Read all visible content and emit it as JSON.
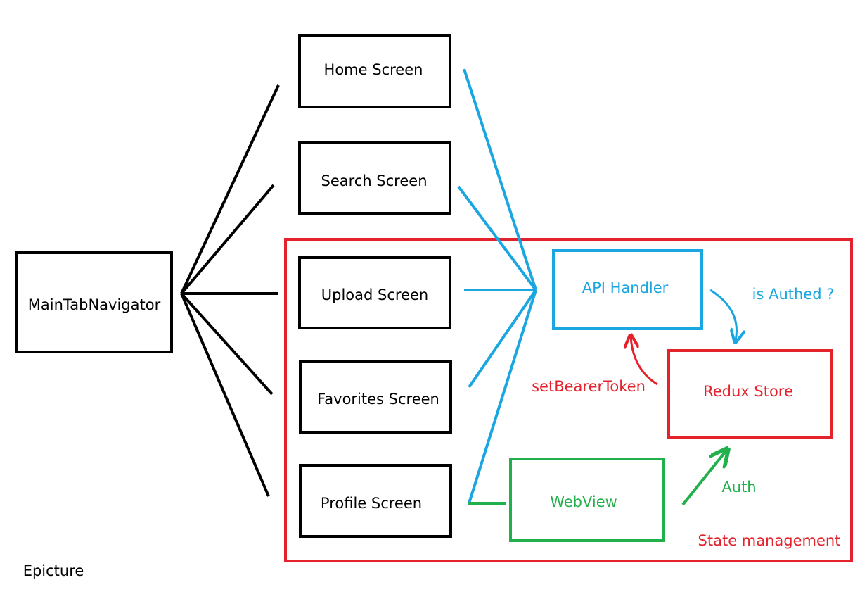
{
  "colors": {
    "black": "#000000",
    "blue": "#1aa6e0",
    "red": "#e3222c",
    "green": "#21b04b"
  },
  "nodes": {
    "main_tab_navigator": "MainTabNavigator",
    "home_screen": "Home Screen",
    "search_screen": "Search Screen",
    "upload_screen": "Upload Screen",
    "favorites_screen": "Favorites Screen",
    "profile_screen": "Profile Screen",
    "api_handler": "API Handler",
    "redux_store": "Redux Store",
    "webview": "WebView"
  },
  "labels": {
    "is_authed": "is Authed ?",
    "set_bearer_token": "setBearerToken",
    "auth": "Auth",
    "state_management": "State management",
    "app_name": "Epicture"
  }
}
